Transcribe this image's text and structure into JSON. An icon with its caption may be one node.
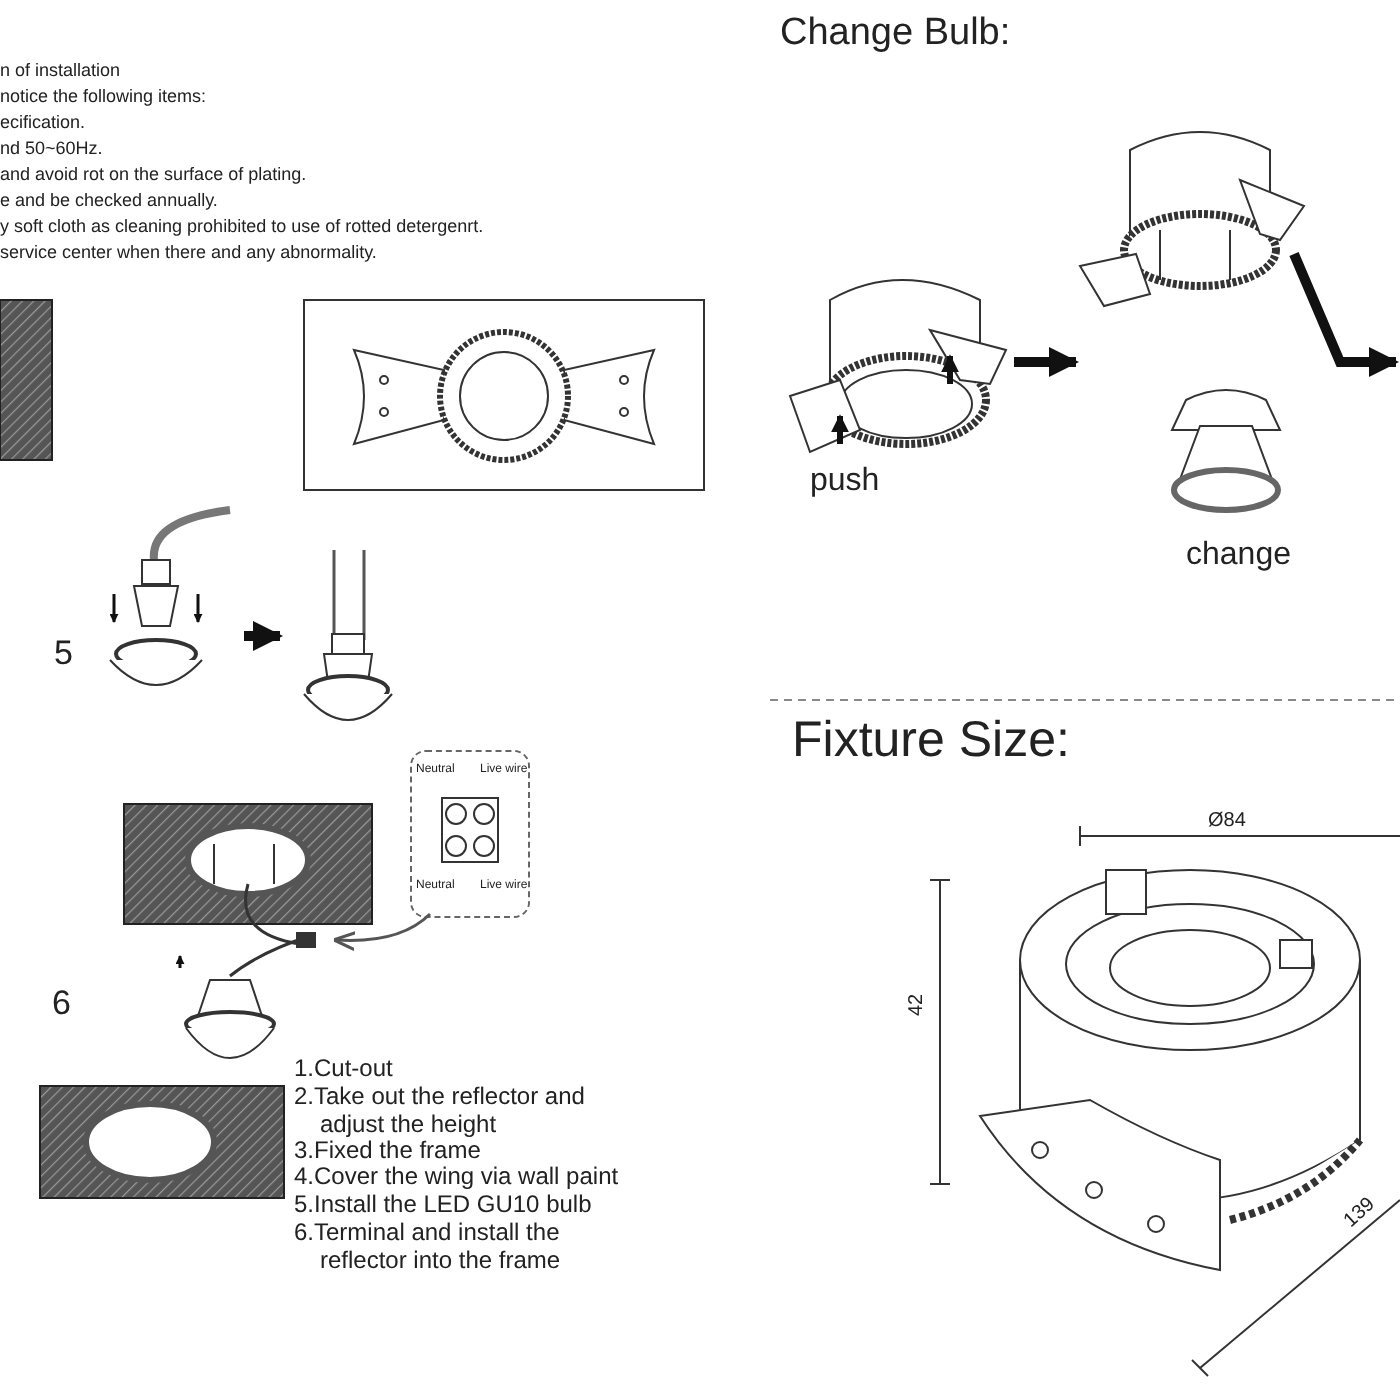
{
  "diagram": {
    "nodes": [
      {
        "text": [],
        "shape": "picture",
        "beside": [
          "push"
        ]
      },
      {
        "text": [],
        "shape": "picture"
      },
      {
        "text": [],
        "shape": "picture",
        "beside": [
          "change"
        ]
      },
      {
        "text": [],
        "shape": "picture",
        "beside": [
          "5"
        ]
      },
      {
        "text": [],
        "shape": "picture"
      },
      {
        "text": [
          "Neutral",
          "Live wire",
          "Neutral",
          "Live wire"
        ]
      },
      {
        "text": [],
        "shape": "picture"
      }
    ],
    "edges": [
      {
        "from": 0,
        "to": 1,
        "arrow": "to"
      },
      {
        "from": 1,
        "to": null,
        "arrow": "to"
      },
      {
        "from": 3,
        "to": 4,
        "arrow": "to"
      },
      {
        "from": 5,
        "to": 6,
        "arrow": "to",
        "color": "#555555"
      }
    ],
    "labels": [
      "n of installation",
      "notice the following items:",
      "ecification.",
      "nd 50~60Hz.",
      "and avoid rot on the surface of plating.",
      "e and be checked annually.",
      "y soft cloth as cleaning prohibited to use of rotted detergenrt.",
      "service center when there and any abnormality.",
      "Change Bulb:",
      "Fixture Size:",
      "Ø84",
      "42",
      "139",
      "6",
      "1.Cut-out",
      "2.Take out the reflector and adjust the height",
      "3.Fixed the frame",
      "4.Cover the wing via wall paint",
      "5.Install the LED GU10 bulb",
      "6.Terminal and install the reflector into the frame"
    ]
  }
}
